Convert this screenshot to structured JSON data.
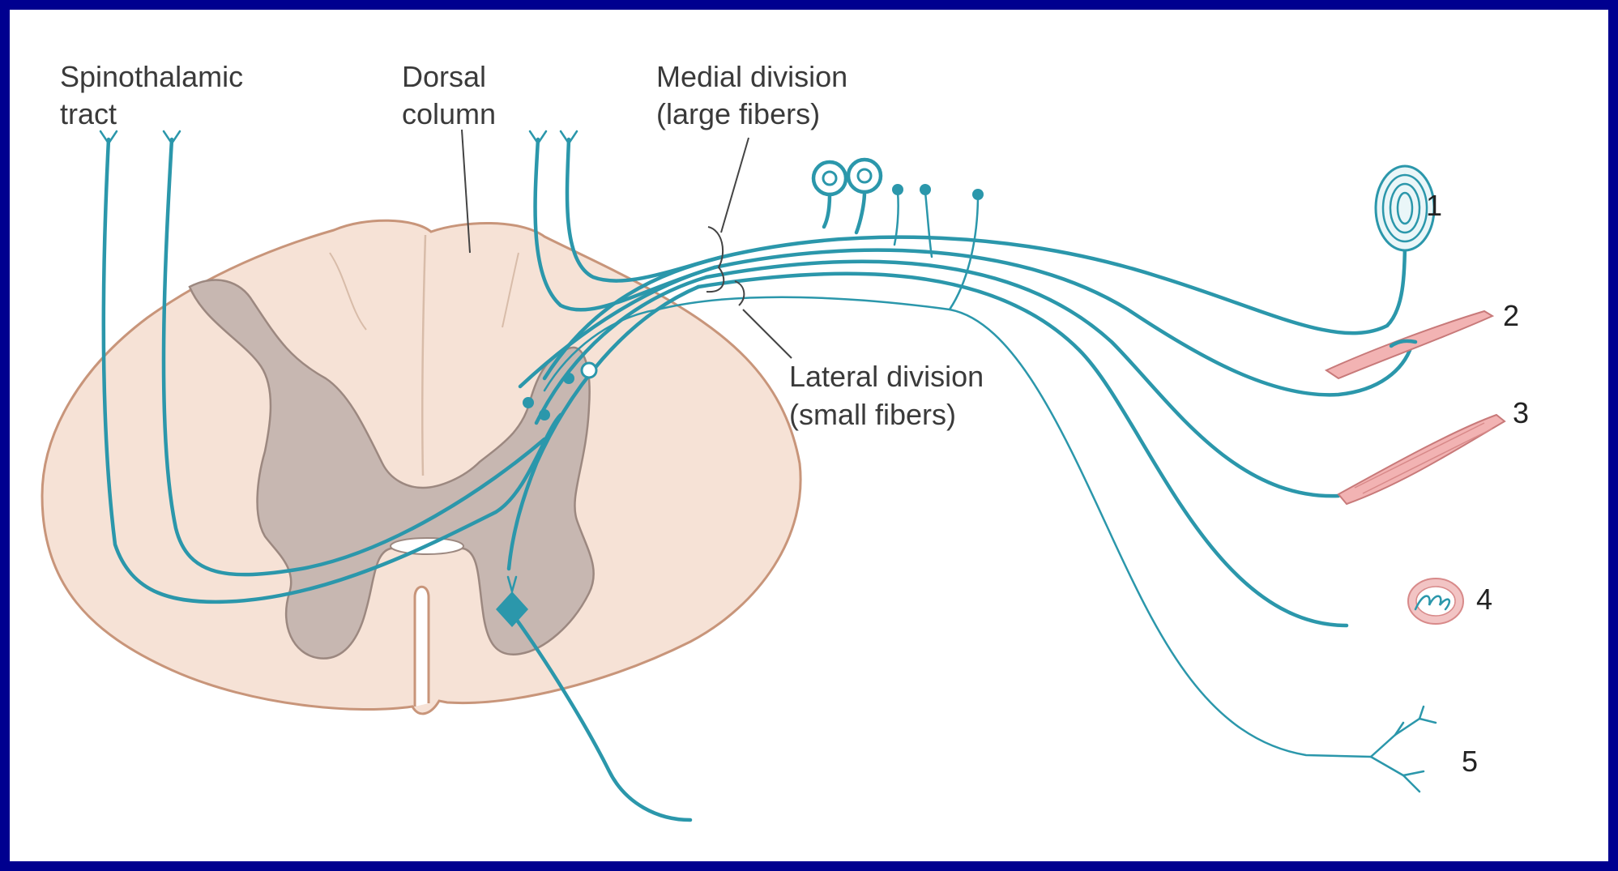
{
  "labels": {
    "spinothalamic_line1": "Spinothalamic",
    "spinothalamic_line2": "tract",
    "dorsal_line1": "Dorsal",
    "dorsal_line2": "column",
    "medial_line1": "Medial division",
    "medial_line2": "(large fibers)",
    "lateral_line1": "Lateral division",
    "lateral_line2": "(small fibers)"
  },
  "receptors": [
    {
      "number": "1",
      "icon": "pacinian-corpuscle-icon"
    },
    {
      "number": "2",
      "icon": "muscle-spindle-icon"
    },
    {
      "number": "3",
      "icon": "muscle-fiber-icon"
    },
    {
      "number": "4",
      "icon": "encapsulated-ending-icon"
    },
    {
      "number": "5",
      "icon": "free-nerve-ending-icon"
    }
  ],
  "colors": {
    "border": "#00008f",
    "background": "#ffffff",
    "spinal_cord": "#f6e2d6",
    "spinal_cord_outline": "#c8957a",
    "gray_matter": "#c7b7b1",
    "nerve": "#2b97ab",
    "muscle": "#f2b3b3",
    "label_text": "#3a3a3a"
  }
}
